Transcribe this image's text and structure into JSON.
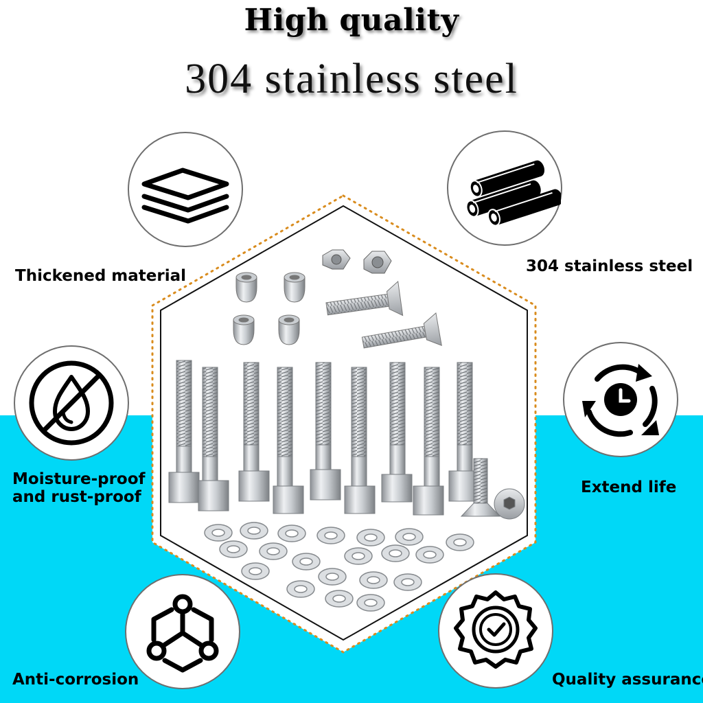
{
  "headline": {
    "line1": "High quality",
    "line2": "304 stainless steel"
  },
  "features": [
    {
      "label": "Thickened material",
      "icon": "layers-icon"
    },
    {
      "label": "304 stainless steel",
      "icon": "steel-tubes-icon"
    },
    {
      "label_line1": "Moisture-proof",
      "label_line2": "and rust-proof",
      "icon": "no-water-drop-icon"
    },
    {
      "label": "Extend life",
      "icon": "clock-cycle-icon"
    },
    {
      "label": "Anti-corrosion",
      "icon": "molecule-icon"
    },
    {
      "label": "Quality assurance",
      "icon": "quality-seal-icon"
    }
  ],
  "colors": {
    "band": "#00d8f7",
    "hex_border": "#d98c1e",
    "text": "#000000"
  }
}
